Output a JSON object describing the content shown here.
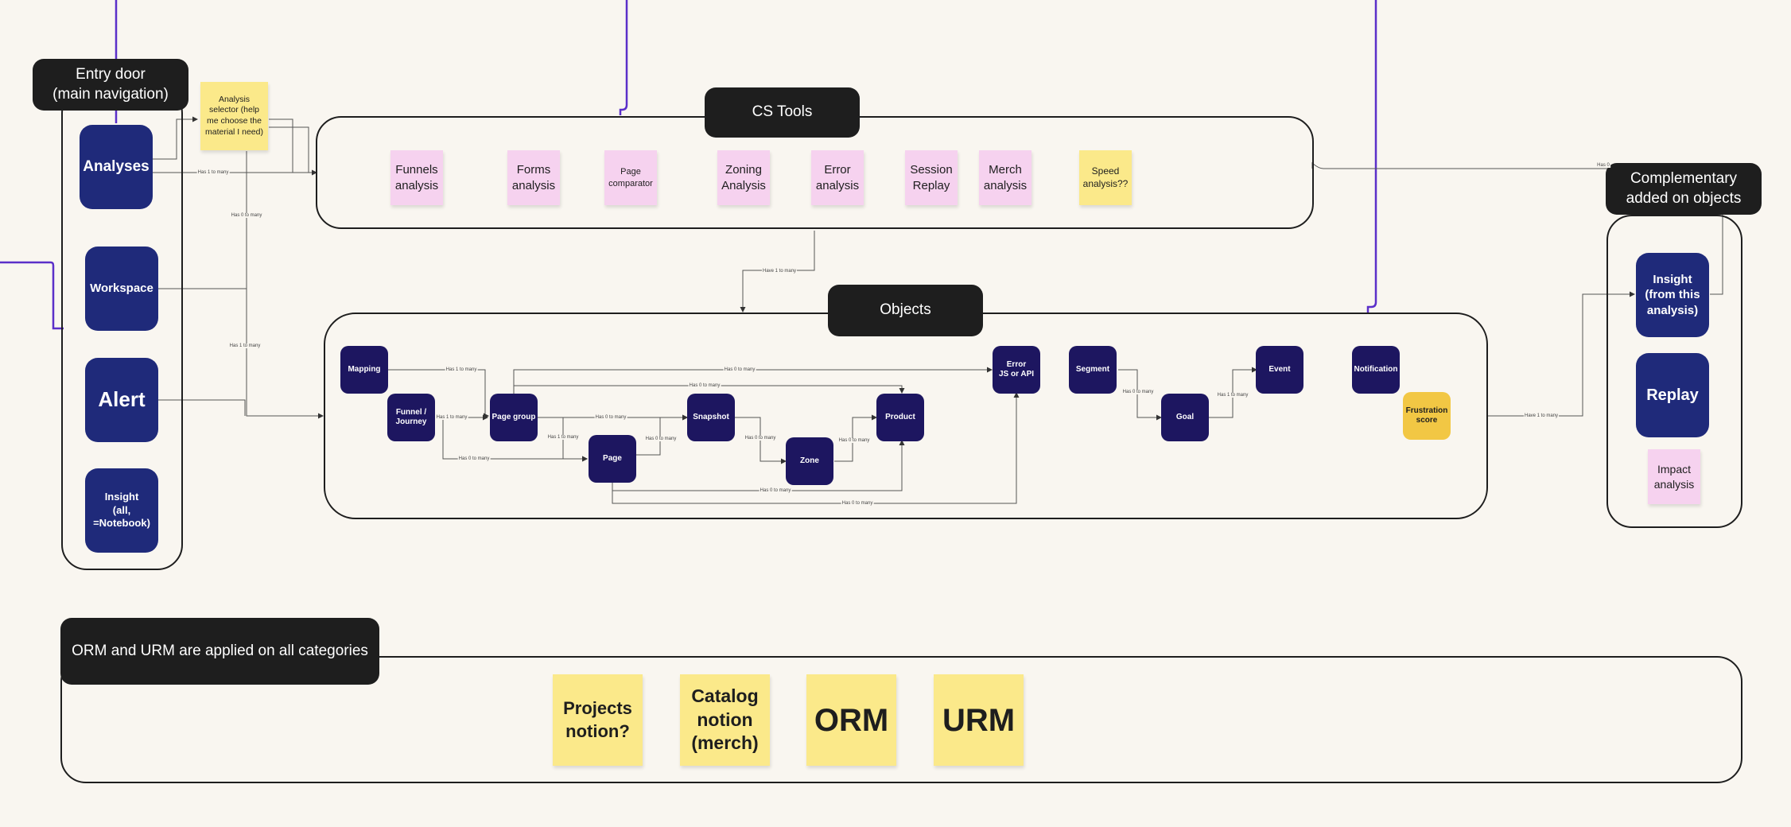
{
  "entry": {
    "title": "Entry door\n(main navigation)",
    "items": [
      "Analyses",
      "Workspace",
      "Alert",
      "Insight\n(all,\n=Notebook)"
    ]
  },
  "selector_note": "Analysis selector (help me choose the material I need)",
  "cs_tools": {
    "title": "CS Tools",
    "items": [
      "Funnels\nanalysis",
      "Forms\nanalysis",
      "Page\ncomparator",
      "Zoning\nAnalysis",
      "Error\nanalysis",
      "Session\nReplay",
      "Merch\nanalysis",
      "Speed\nanalysis??"
    ]
  },
  "objects": {
    "title": "Objects",
    "nodes": {
      "mapping": "Mapping",
      "funnel": "Funnel /\nJourney",
      "page_group": "Page group",
      "page": "Page",
      "snapshot": "Snapshot",
      "zone": "Zone",
      "product": "Product",
      "error": "Error\nJS or API",
      "segment": "Segment",
      "goal": "Goal",
      "event": "Event",
      "notification": "Notification",
      "frustration": "Frustration\nscore"
    }
  },
  "complementary": {
    "title": "Complementary\nadded on objects",
    "items": [
      "Insight\n(from this\nanalysis)",
      "Replay"
    ],
    "note": "Impact\nanalysis"
  },
  "orm": {
    "title": "ORM and URM are applied on all categories",
    "notes": [
      "Projects\nnotion?",
      "Catalog\nnotion\n(merch)",
      "ORM",
      "URM"
    ]
  },
  "edge_labels": {
    "analyses_tools": "Has 1 to many",
    "selector_down": "Has 0 to many",
    "workspace_objects": "Has 1 to many",
    "tools_objects": "Have 1 to many",
    "mapping_pg": "Has 1 to many",
    "pg_error": "Has 0 to many",
    "pg_product": "Has 0 to many",
    "funnel_pg": "Has 1 to many",
    "pg_snapshot": "Has 0 to many",
    "pg_page": "Has 1 to many",
    "funnel_page": "Has 0 to many",
    "page_snapshot": "Has 0 to many",
    "snapshot_zone": "Has 0 to many",
    "zone_product": "Has 0 to many",
    "page_product": "Has 0 to many",
    "page_error": "Has 0 to many",
    "segment_goal": "Has 0 to many",
    "goal_event": "Has 1 to many",
    "objects_comp": "Have 1 to many",
    "tools_comp": "Has 0"
  },
  "colors": {
    "accent_purple": "#5b2fc9",
    "card_blue": "#1f2a7a",
    "node_navy": "#1d1660",
    "sticky_pink": "#f6d2ef",
    "sticky_yellow": "#fbe98a",
    "gold": "#f2c744",
    "dark": "#1e1e1e"
  }
}
